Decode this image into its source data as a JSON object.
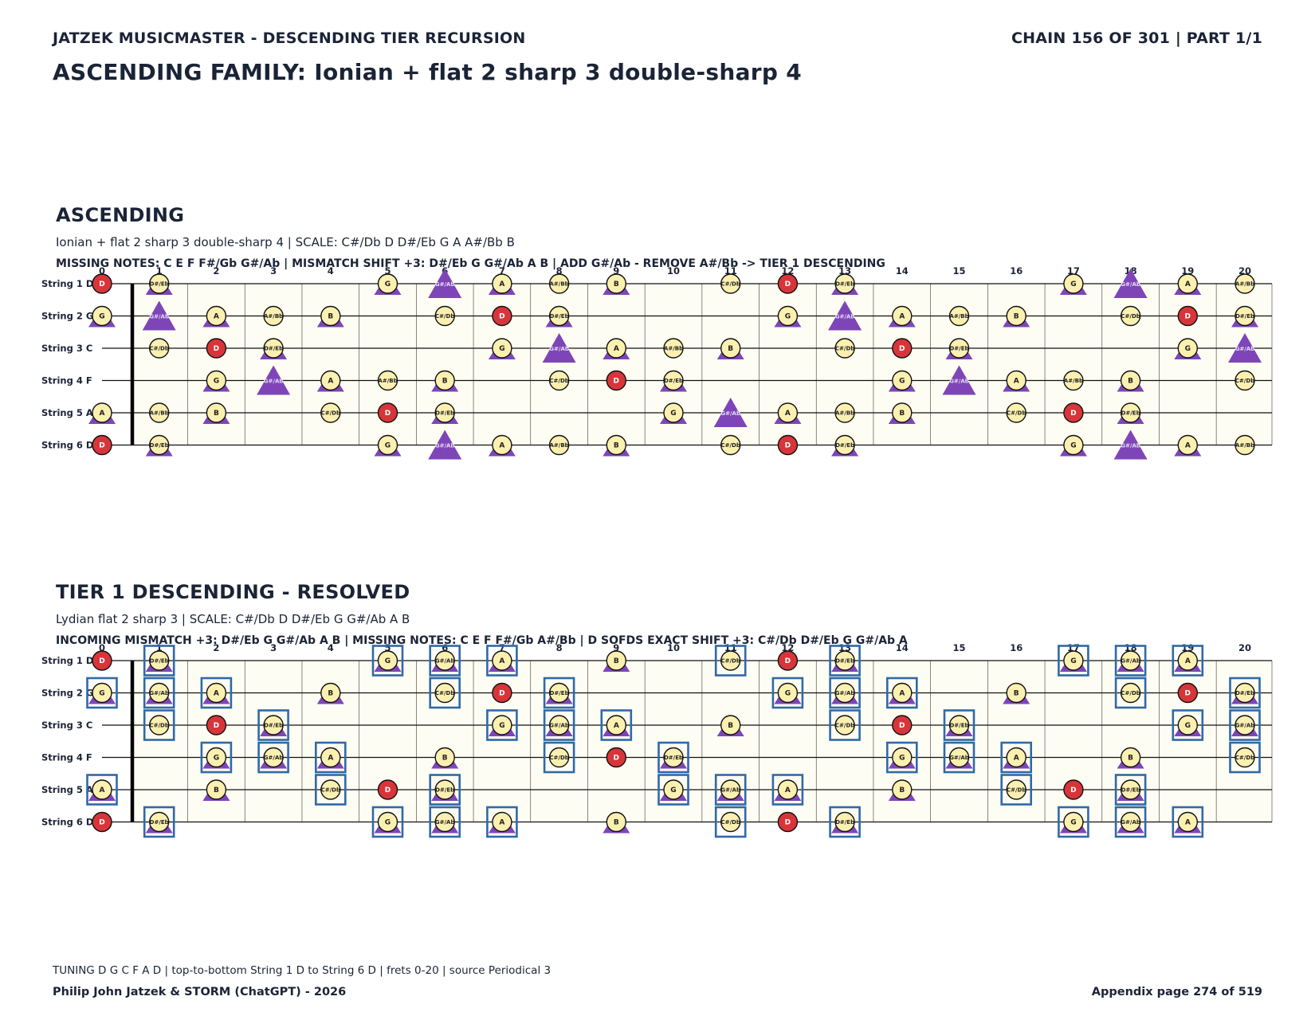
{
  "header": {
    "left": "JATZEK MUSICMASTER - DESCENDING TIER RECURSION",
    "right": "CHAIN 156 OF 301  |  PART 1/1"
  },
  "title": "ASCENDING FAMILY: Ionian + flat 2 sharp 3 double-sharp 4",
  "colors": {
    "root_fill": "#d8353a",
    "note_fill": "#fbf0b0",
    "triangle": "#7e45b8",
    "box": "#2f69a8",
    "board_bg": "#fefdf3",
    "text": "#1b2436"
  },
  "fretboard": {
    "fret_numbers": [
      "0",
      "1",
      "2",
      "3",
      "4",
      "5",
      "6",
      "7",
      "8",
      "9",
      "10",
      "11",
      "12",
      "13",
      "14",
      "15",
      "16",
      "17",
      "18",
      "19",
      "20"
    ],
    "strings": [
      "String 1 D",
      "String 2 G",
      "String 3 C",
      "String 4 F",
      "String 5 A",
      "String 6 D"
    ],
    "open_notes": [
      "D",
      "G",
      "C",
      "F",
      "A",
      "D"
    ]
  },
  "sections": [
    {
      "title": "ASCENDING",
      "subtitle": "Ionian + flat 2 sharp 3 double-sharp 4  |  SCALE: C#/Db D D#/Eb G A A#/Bb B",
      "note": "MISSING NOTES: C E F F#/Gb G#/Ab  |  MISMATCH SHIFT +3: D#/Eb G G#/Ab A B  |  ADD G#/Ab - REMOVE A#/Bb -> TIER 1 DESCENDING",
      "circle_notes": [
        "C#/Db",
        "D",
        "D#/Eb",
        "G",
        "A",
        "A#/Bb",
        "B"
      ],
      "triangle_notes": [
        "D#/Eb",
        "G",
        "G#/Ab",
        "A",
        "B"
      ],
      "box_notes": []
    },
    {
      "title": "TIER 1 DESCENDING - RESOLVED",
      "subtitle": "Lydian flat 2 sharp 3  |  SCALE: C#/Db D D#/Eb G G#/Ab A B",
      "note": "INCOMING MISMATCH +3: D#/Eb G G#/Ab A B  |  MISSING NOTES: C E F F#/Gb A#/Bb  |  D SOFDS EXACT SHIFT +3: C#/Db D#/Eb G G#/Ab A",
      "circle_notes": [
        "C#/Db",
        "D",
        "D#/Eb",
        "G",
        "G#/Ab",
        "A",
        "B"
      ],
      "triangle_notes": [
        "D#/Eb",
        "G",
        "G#/Ab",
        "A",
        "B"
      ],
      "box_notes": [
        "C#/Db",
        "D#/Eb",
        "G",
        "G#/Ab",
        "A"
      ]
    }
  ],
  "footer": {
    "note": "TUNING D G C F A D | top-to-bottom String 1 D to String 6 D | frets 0-20 | source Periodical 3",
    "left": "Philip John Jatzek & STORM (ChatGPT) - 2026",
    "right": "Appendix page 274 of 519"
  }
}
